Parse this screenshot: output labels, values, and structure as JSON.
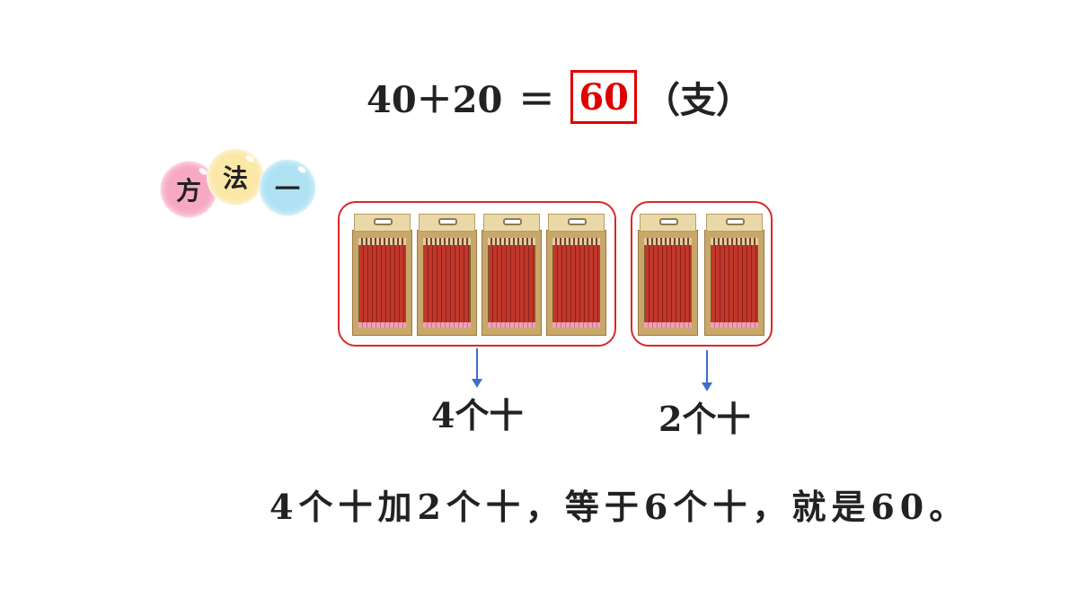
{
  "equation": {
    "expression": "40＋20",
    "equals": "＝",
    "answer": "60",
    "unit": "（支）"
  },
  "method_badge": {
    "chars": [
      "方",
      "法",
      "一"
    ]
  },
  "groups": {
    "left_packs": 4,
    "right_packs": 2
  },
  "labels": {
    "left": "4个十",
    "right": "2个十"
  },
  "conclusion": "4个十加2个十，等于6个十，就是60。",
  "colors": {
    "answer_box": "#e00000",
    "group_border": "#d62a2a",
    "arrow": "#3f6fc9",
    "bubble_pink": "#f7a9c4",
    "bubble_yellow": "#fbe7a6",
    "bubble_blue": "#aee2f3"
  }
}
